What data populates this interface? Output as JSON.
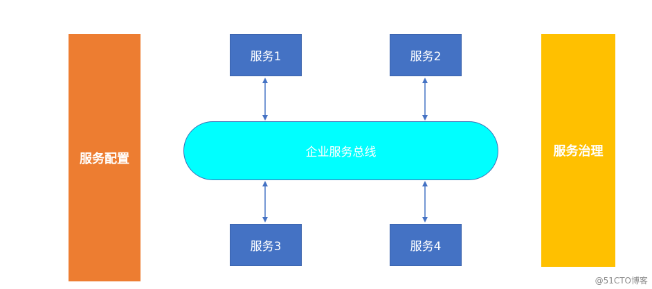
{
  "side_left": {
    "label": "服务配置",
    "color": "#ed7d31"
  },
  "side_right": {
    "label": "服务治理",
    "color": "#ffc000"
  },
  "bus": {
    "label": "企业服务总线",
    "color": "#00ffff"
  },
  "services": [
    {
      "label": "服务1"
    },
    {
      "label": "服务2"
    },
    {
      "label": "服务3"
    },
    {
      "label": "服务4"
    }
  ],
  "service_color": "#4472c4",
  "connector_color": "#4472c4",
  "watermark": "@51CTO博客"
}
